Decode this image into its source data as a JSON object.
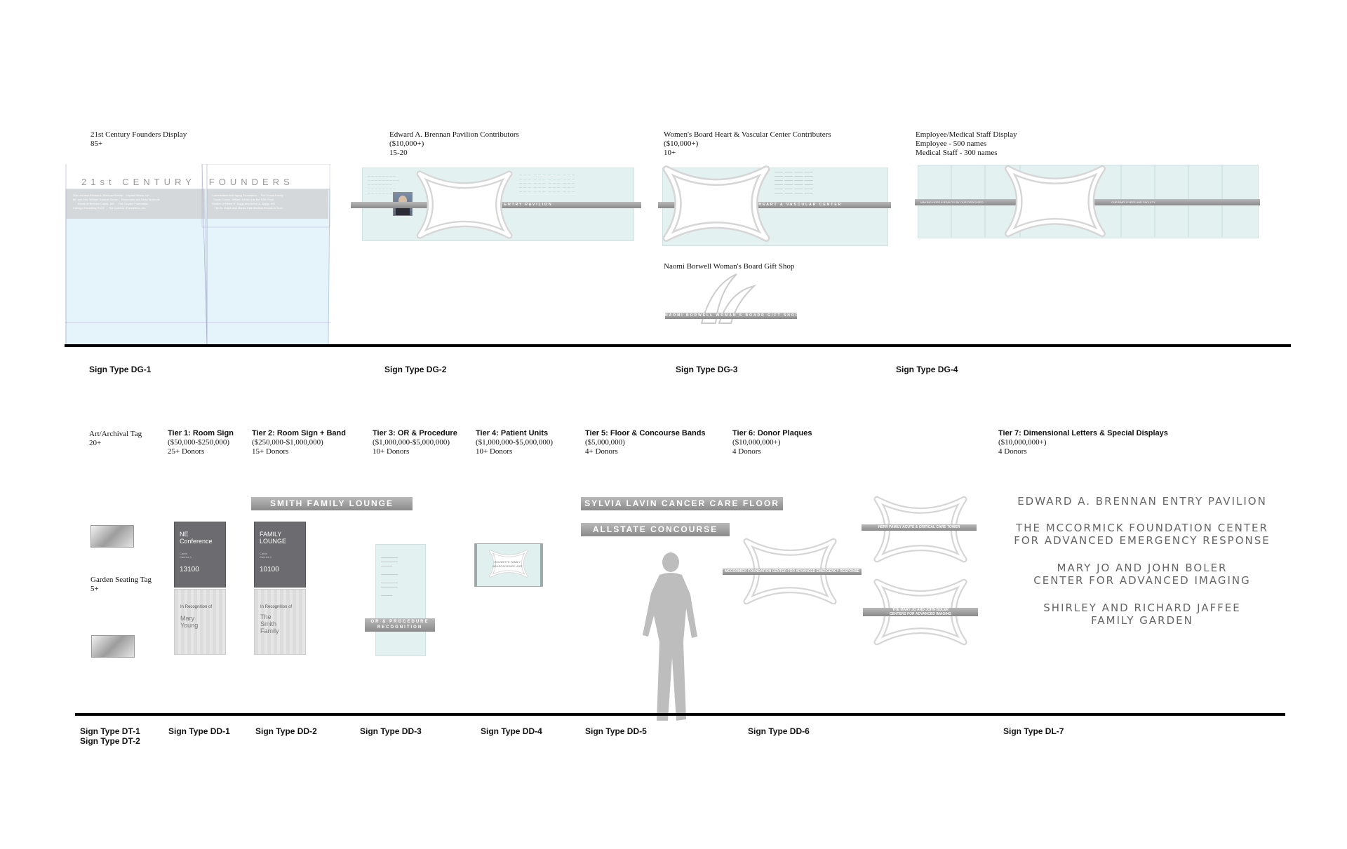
{
  "top_row": {
    "dg1": {
      "title": "21st Century Founders Display",
      "count": "85+",
      "sign_type": "Sign Type DG-1",
      "panel_heading": "21st CENTURY  FOUNDERS"
    },
    "dg2": {
      "title": "Edward A. Brennan Pavilion Contributors",
      "amount": "($10,000+)",
      "count": "15-20",
      "sign_type": "Sign Type DG-2",
      "band_text": "EDWARD A. BRENNAN ENTRY PAVILION"
    },
    "dg3": {
      "title": "Women's Board Heart & Vascular Center Contributers",
      "amount": "($10,000+)",
      "count": "10+",
      "sign_type": "Sign Type DG-3",
      "band_text": "WOMAN'S BOARD HEART & VASCULAR CENTER",
      "gift_title": "Naomi Borwell Woman's Board Gift Shop",
      "gift_band": "NAOMI BORWELL WOMAN'S BOARD GIFT SHOP"
    },
    "dg4": {
      "title": "Employee/Medical Staff Display",
      "line1": "Employee - 500 names",
      "line2": "Medical Staff - 300 names",
      "sign_type": "Sign Type DG-4",
      "band_right": "OUR EMPLOYEES AND FACULTY"
    }
  },
  "bottom_row": {
    "dt": {
      "title": "Art/Archival Tag",
      "count": "20+",
      "title2": "Garden Seating Tag",
      "count2": "5+",
      "sign_type1": "Sign Type DT-1",
      "sign_type2": "Sign Type DT-2"
    },
    "dd1": {
      "tier": "Tier 1: Room Sign",
      "amount": "($50,000-$250,000)",
      "donors": "25+ Donors",
      "sign_type": "Sign Type DD-1",
      "room_name": "NE\nConference",
      "room_no": "13100",
      "recog": "In Recognition of",
      "recog_name": "Mary\nYoung"
    },
    "dd2": {
      "tier": "Tier 2: Room Sign + Band",
      "amount": "($250,000-$1,000,000)",
      "donors": "15+ Donors",
      "sign_type": "Sign Type DD-2",
      "band": "SMITH FAMILY LOUNGE",
      "room_name": "FAMILY\nLOUNGE",
      "room_no": "10100",
      "recog": "In Recognition of",
      "recog_name": "The\nSmith\nFamily"
    },
    "dd3": {
      "tier": "Tier 3: OR & Procedure",
      "amount": "($1,000,000-$5,000,000)",
      "donors": "10+ Donors",
      "sign_type": "Sign Type DD-3",
      "band": "OR & PROCEDURE\nRECOGNITION"
    },
    "dd4": {
      "tier": "Tier 4: Patient Units",
      "amount": "($1,000,000-$5,000,000)",
      "donors": "10+ Donors",
      "sign_type": "Sign Type DD-4",
      "plaque_text": "BOUDETTE FAMILY\nNEUROSCIENCE UNIT"
    },
    "dd5": {
      "tier": "Tier 5: Floor & Concourse Bands",
      "amount": "($5,000,000)",
      "donors": "4+ Donors",
      "sign_type": "Sign Type DD-5",
      "band1": "SYLVIA LAVIN CANCER CARE FLOOR",
      "band2": "ALLSTATE CONCOURSE"
    },
    "dd6": {
      "tier": "Tier 6: Donor Plaques",
      "amount": "($10,000,000+)",
      "donors": "4 Donors",
      "sign_type": "Sign Type DD-6",
      "band1": "MCCORMICK FOUNDATION CENTER FOR ADVANCED EMERGENCY RESPONSE",
      "band2": "HERR FAMILY ACUTE & CRITICAL CARE TOWER",
      "band3": "THE MARY JO AND JOHN BOLER\nCENTERS FOR ADVANCED IMAGING"
    },
    "dl7": {
      "tier": "Tier 7: Dimensional Letters & Special Displays",
      "amount": "($10,000,000+)",
      "donors": "4 Donors",
      "sign_type": "Sign Type DL-7",
      "lines": [
        "EDWARD A. BRENNAN ENTRY PAVILION",
        "THE MCCORMICK FOUNDATION CENTER\nFOR ADVANCED EMERGENCY RESPONSE",
        "MARY JO AND JOHN BOLER\nCENTER FOR ADVANCED IMAGING",
        "SHIRLEY AND RICHARD JAFFEE\nFAMILY GARDEN"
      ]
    }
  }
}
